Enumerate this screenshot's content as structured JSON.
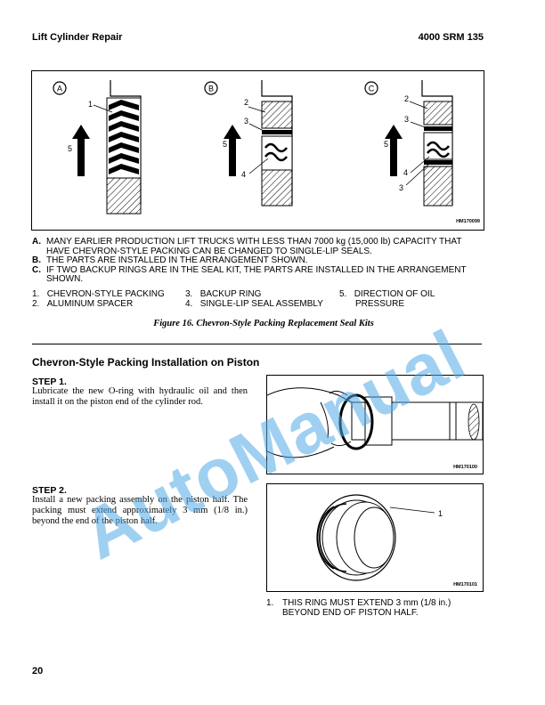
{
  "header": {
    "left": "Lift Cylinder Repair",
    "right": "4000 SRM 135"
  },
  "figure16": {
    "panels": [
      {
        "label": "A",
        "callouts": [
          "1",
          "5"
        ]
      },
      {
        "label": "B",
        "callouts": [
          "2",
          "3",
          "5",
          "4"
        ]
      },
      {
        "label": "C",
        "callouts": [
          "2",
          "3",
          "5",
          "4",
          "3"
        ]
      }
    ],
    "code": "HM170099",
    "notes": [
      {
        "key": "A.",
        "lines": [
          "MANY EARLIER PRODUCTION LIFT TRUCKS WITH LESS THAN 7000 kg (15,000 lb) CAPACITY THAT",
          "HAVE CHEVRON-STYLE PACKING CAN BE CHANGED TO SINGLE-LIP SEALS."
        ]
      },
      {
        "key": "B.",
        "lines": [
          "THE PARTS ARE INSTALLED IN THE ARRANGEMENT SHOWN."
        ]
      },
      {
        "key": "C.",
        "lines": [
          "IF TWO BACKUP RINGS ARE IN THE SEAL KIT, THE PARTS ARE INSTALLED IN THE ARRANGEMENT",
          "SHOWN."
        ]
      }
    ],
    "legend": [
      {
        "num": "1.",
        "text": "CHEVRON-STYLE PACKING"
      },
      {
        "num": "2.",
        "text": "ALUMINUM SPACER"
      },
      {
        "num": "3.",
        "text": "BACKUP RING"
      },
      {
        "num": "4.",
        "text": "SINGLE-LIP SEAL ASSEMBLY"
      },
      {
        "num": "5.",
        "text": "DIRECTION OF OIL"
      },
      {
        "num": "",
        "text": "PRESSURE"
      }
    ],
    "caption": "Figure 16. Chevron-Style Packing Replacement Seal Kits"
  },
  "section_title": "Chevron-Style Packing Installation on Piston",
  "steps": [
    {
      "title": "STEP 1.",
      "text": "Lubricate the new O-ring with hydraulic oil and then install it on the piston end of the cylinder rod."
    },
    {
      "title": "STEP 2.",
      "text": "Install a new packing assembly on the piston half. The packing must extend approximately 3 mm (1/8 in.) beyond the end of the piston half."
    }
  ],
  "fig_step1": {
    "code": "HM170100"
  },
  "fig_step2": {
    "callout": "1",
    "code": "HM170101"
  },
  "step2_note": {
    "num": "1.",
    "lines": [
      "THIS RING MUST EXTEND 3 mm (1/8 in.)",
      "BEYOND END OF PISTON HALF."
    ]
  },
  "page_number": "20",
  "watermark": "AutoManual"
}
